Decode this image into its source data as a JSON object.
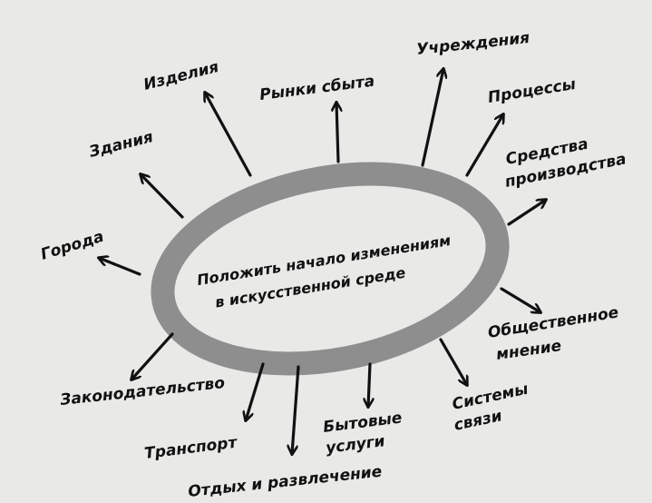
{
  "center": {
    "line1": "Положить начало изменениям",
    "line2": "в искусственной среде"
  },
  "labels": {
    "uchrezhdeniya": "Учреждения",
    "izdeliya": "Изделия",
    "rynki_sbyta": "Рынки сбыта",
    "processy": "Процессы",
    "zdaniya": "Здания",
    "sredstva_line1": "Средства",
    "sredstva_line2": "производства",
    "goroda": "Города",
    "obshchestvennoe_line1": "Общественное",
    "obshchestvennoe_line2": "мнение",
    "zakonodatelstvo": "Законодательство",
    "sistemy_line1": "Системы",
    "sistemy_line2": "связи",
    "bytovye_line1": "Бытовые",
    "bytovye_line2": "услуги",
    "transport": "Транспорт",
    "otdykh": "Отдых и развлечение"
  },
  "colors": {
    "ring": "#8e8e8e",
    "ink": "#111111",
    "paper": "#e9e9e7"
  }
}
